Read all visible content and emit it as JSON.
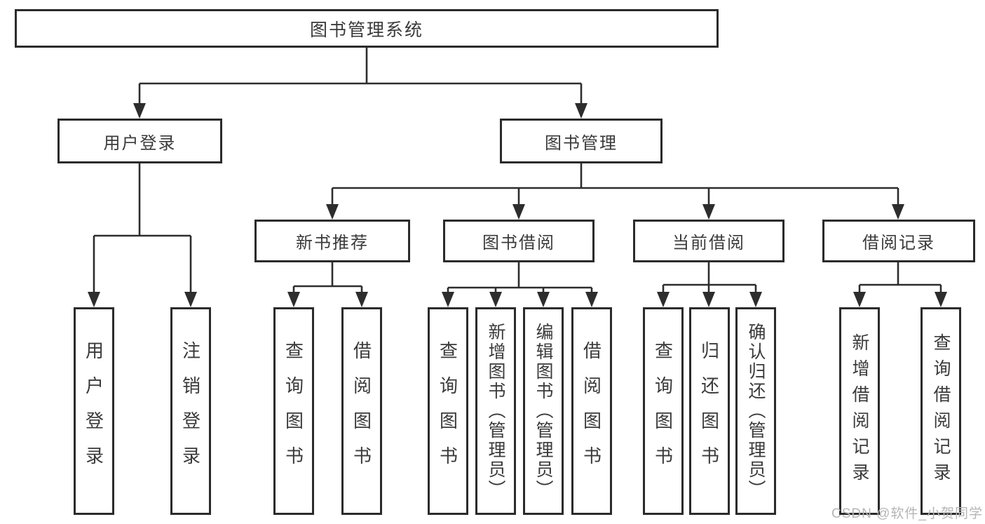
{
  "diagram": {
    "root": {
      "label": "图书管理系统"
    },
    "branches": [
      {
        "label": "用户登录",
        "leaves": [
          {
            "label": "用户登录"
          },
          {
            "label": "注销登录"
          }
        ]
      },
      {
        "label": "图书管理",
        "groups": [
          {
            "label": "新书推荐",
            "leaves": [
              {
                "label": "查询图书"
              },
              {
                "label": "借阅图书"
              }
            ]
          },
          {
            "label": "图书借阅",
            "leaves": [
              {
                "label": "查询图书"
              },
              {
                "label": "新增图书（管理员）"
              },
              {
                "label": "编辑图书（管理员）"
              },
              {
                "label": "借阅图书"
              }
            ]
          },
          {
            "label": "当前借阅",
            "leaves": [
              {
                "label": "查询图书"
              },
              {
                "label": "归还图书"
              },
              {
                "label": "确认归还（管理员）"
              }
            ]
          },
          {
            "label": "借阅记录",
            "leaves": [
              {
                "label": "新增借阅记录"
              },
              {
                "label": "查询借阅记录"
              }
            ]
          }
        ]
      }
    ]
  },
  "watermark": {
    "text": "CSDN @软件_小贺同学"
  },
  "colors": {
    "line": "#2d2d2d",
    "box_border": "#2b2b2b",
    "text": "#3a3a3a",
    "watermark": "#b5b5b5",
    "background": "#ffffff"
  }
}
